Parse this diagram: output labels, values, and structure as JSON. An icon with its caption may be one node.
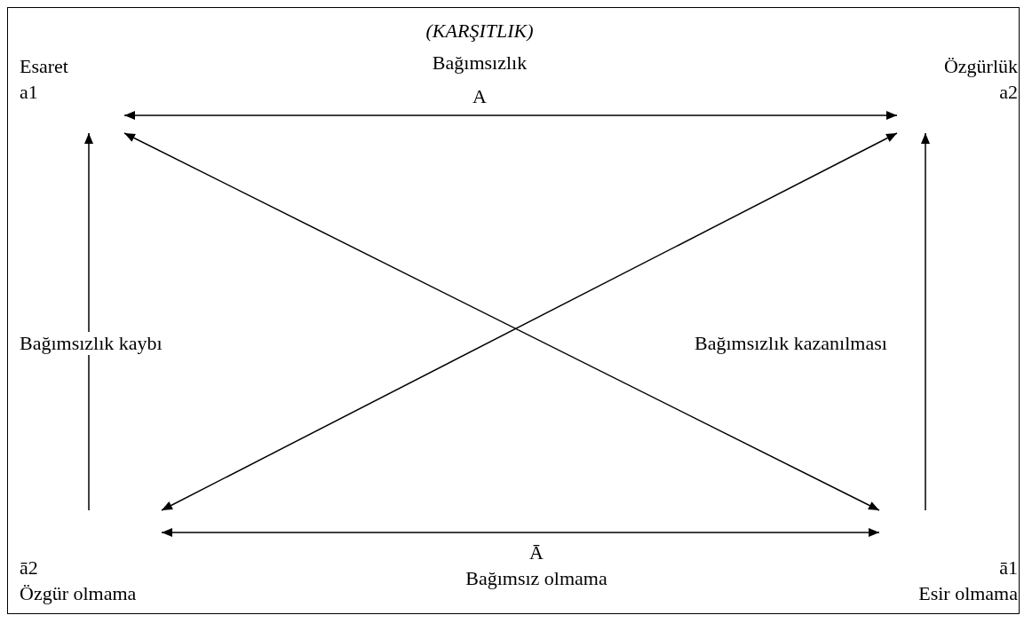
{
  "diagram": {
    "nodes": [
      {
        "text": [
          "Esaret",
          "a1"
        ]
      },
      {
        "text": [
          "Özgürlük",
          "a2"
        ]
      },
      {
        "text": [
          "ā2",
          "Özgür olmama"
        ]
      },
      {
        "text": [
          "ā1",
          "Esir olmama"
        ]
      }
    ],
    "edges": [
      {
        "from": 0,
        "to": 1,
        "arrow": "both"
      },
      {
        "from": 2,
        "to": 3,
        "arrow": "both"
      },
      {
        "from": 2,
        "to": 0,
        "arrow": "to",
        "label": "Bağımsızlık kaybı"
      },
      {
        "from": 3,
        "to": 1,
        "arrow": "to",
        "label": "Bağımsızlık kazanılması"
      },
      {
        "from": 0,
        "to": 3,
        "arrow": "both"
      },
      {
        "from": 1,
        "to": 2,
        "arrow": "both"
      }
    ],
    "labels": [
      "(KARŞITLIK)",
      "Bağımsızlık",
      "A",
      "Ā",
      "Bağımsız olmama"
    ]
  }
}
